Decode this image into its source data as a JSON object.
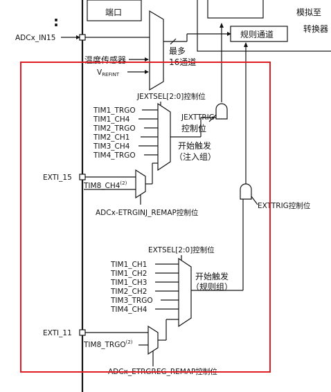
{
  "top": {
    "port_box_partial": "端口",
    "ext_trigger_box_partial": "模拟至",
    "conversion_partial": "转换器",
    "regular_channel": "规则通道",
    "adcx_in15": "ADCx_IN15",
    "temp_sensor": "温度传感器",
    "max_16_channels_line1": "最多",
    "max_16_channels_line2": "16通道",
    "vrefint_main": "V",
    "vrefint_sub": "REFINT",
    "dots": ":"
  },
  "injected": {
    "jextsel_label": "JEXTSEL[2:0]控制位",
    "inputs": [
      "TIM1_TRGO",
      "TIM1_CH4",
      "TIM2_TRGO",
      "TIM2_CH1",
      "TIM3_CH4",
      "TIM4_TRGO"
    ],
    "jexttrig_line1": "JEXTTRIG",
    "jexttrig_line2": "控制位",
    "start_trigger_line1": "开始触发",
    "start_trigger_line2": "（注入组）",
    "exti_label": "EXTI_15",
    "tim8_label": "TIM8_CH4",
    "tim8_sup": "(2)",
    "remap_label": "ADCx-ETRGINJ_REMAP控制位"
  },
  "regular": {
    "exttrig_label": "EXTTRIG控制位",
    "extsel_label": "EXTSEL[2:0]控制位",
    "inputs": [
      "TIM1_CH1",
      "TIM1_CH2",
      "TIM1_CH3",
      "TIM2_CH2",
      "TIM3_TRGO",
      "TIM4_CH4"
    ],
    "start_trigger_line1": "开始触发",
    "start_trigger_line2": "（规则组）",
    "exti_label": "EXTI_11",
    "tim8_label": "TIM8_TRGO",
    "tim8_sup": "(2)",
    "remap_label": "ADCx_ETRGREG_REMAP控制位"
  },
  "colors": {
    "highlight_box": "#e11b22",
    "lines": "#111111"
  }
}
